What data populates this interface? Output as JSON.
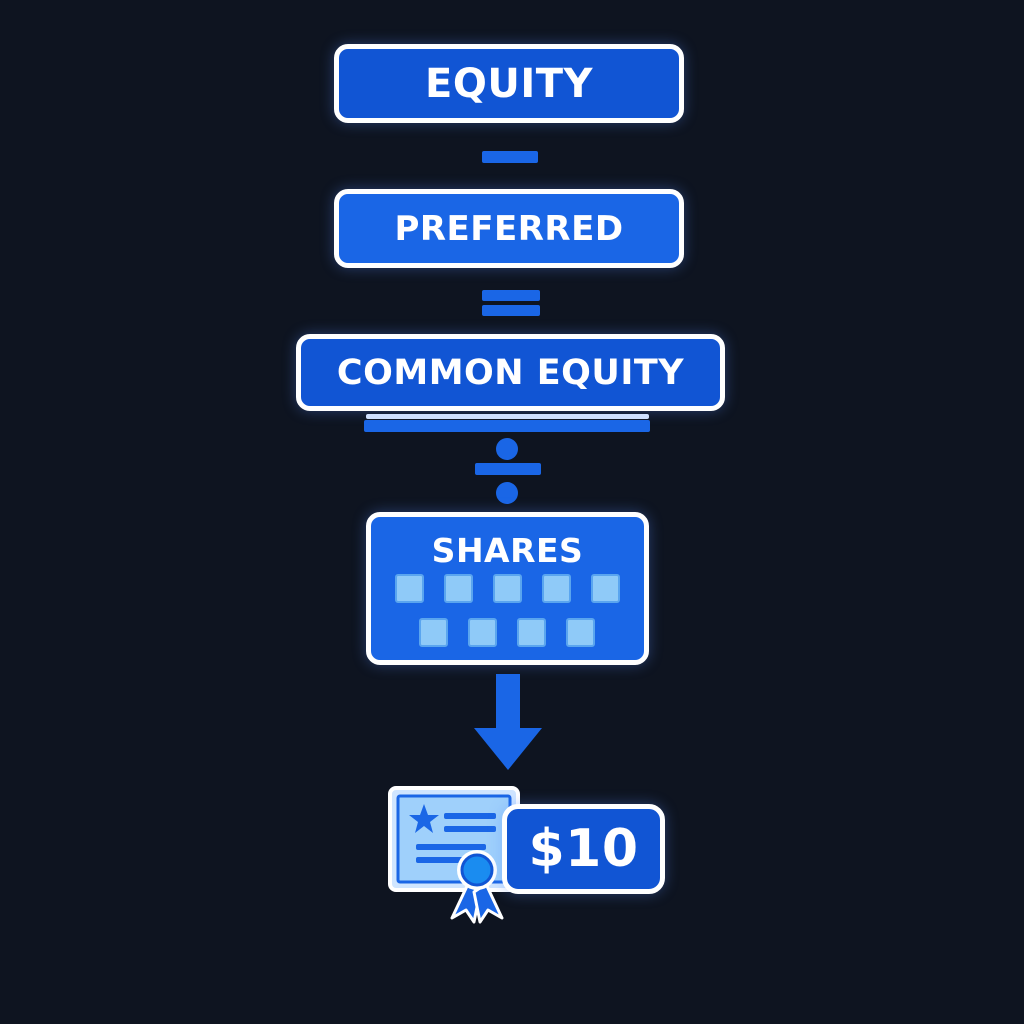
{
  "diagram": {
    "equity_label": "EQUITY",
    "preferred_label": "PREFERRED",
    "common_equity_label": "COMMON EQUITY",
    "shares_label": "SHARES",
    "price_label": "$10",
    "share_squares_row1": 5,
    "share_squares_row2": 4
  },
  "icons": {
    "minus": "minus-icon",
    "equals": "equals-icon",
    "divide": "divide-icon",
    "arrow": "arrow-down-icon",
    "certificate": "stock-certificate-icon"
  },
  "colors": {
    "background": "#0e1420",
    "box_primary": "#1155d4",
    "box_secondary": "#1a66e6",
    "border": "#ffffff",
    "share_square": "#8fcaf8"
  }
}
